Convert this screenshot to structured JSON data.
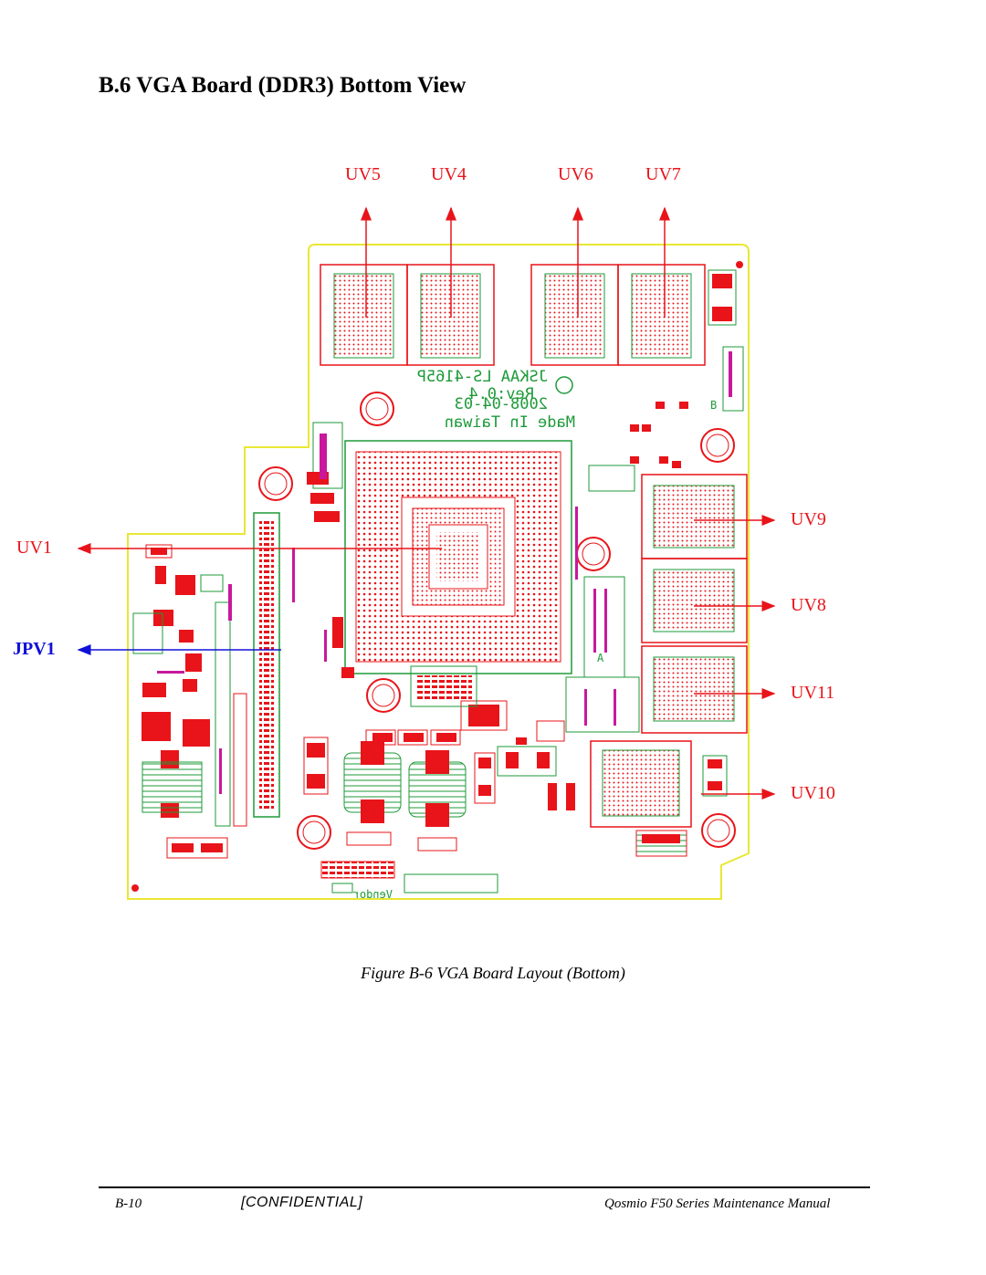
{
  "heading": "B.6 VGA Board (DDR3) Bottom View",
  "labels": {
    "uv5": "UV5",
    "uv4": "UV4",
    "uv6": "UV6",
    "uv7": "UV7",
    "uv1": "UV1",
    "jpv1": "JPV1",
    "uv9": "UV9",
    "uv8": "UV8",
    "uv11": "UV11",
    "uv10": "UV10"
  },
  "board_text": {
    "model": "JSKAA LS-4165P",
    "rev": "Rev:0.4",
    "date": "2008-04-03",
    "made_in": "Made In Taiwan",
    "vendor": "Vendor",
    "marker_a": "A",
    "marker_b": "B"
  },
  "caption": "Figure B-6 VGA Board Layout (Bottom)",
  "footer": {
    "page": "B-10",
    "confidential": "[CONFIDENTIAL]",
    "manual": "Qosmio F50 Series Maintenance Manual"
  },
  "colors": {
    "callout_red": "#e8141a",
    "callout_blue": "#1010d8",
    "board_outline": "#e8e832",
    "trace_red": "#e8141a",
    "trace_green": "#1e9a3a",
    "silk_magenta": "#c8189c"
  }
}
